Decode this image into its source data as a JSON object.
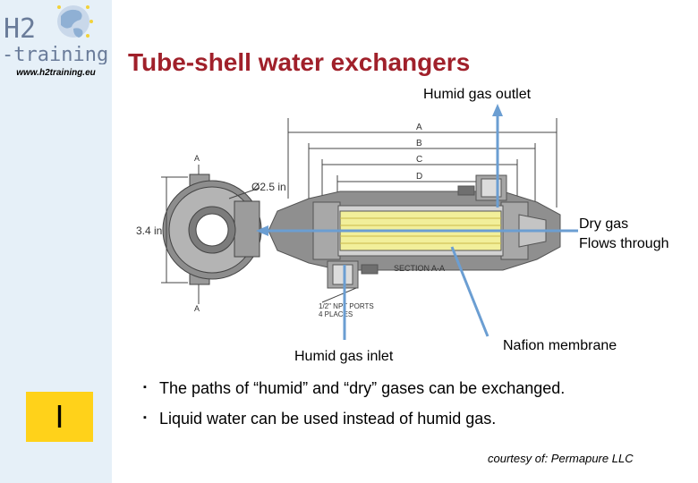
{
  "logo": {
    "line1": "H2",
    "line2": "-training",
    "url": "www.h2training.eu"
  },
  "lesson_marker": "I",
  "title": "Tube-shell water exchangers",
  "labels": {
    "humid_outlet": "Humid gas outlet",
    "dry_gas_line1": "Dry gas",
    "dry_gas_line2": "Flows through",
    "humid_inlet": "Humid gas inlet",
    "nafion": "Nafion membrane"
  },
  "drawing": {
    "dims": [
      "A",
      "B",
      "C",
      "D"
    ],
    "diameter": "Ø2.5 in",
    "height": "3.4 in",
    "section": "SECTION A-A",
    "ports_line1": "1/2\" NPT PORTS",
    "ports_line2": "4 PLACES",
    "cut_a": "A"
  },
  "bullets": [
    "The paths of “humid” and “dry” gases can be exchanged.",
    "Liquid water can be used instead of humid gas."
  ],
  "credit": "courtesy of: Permapure LLC",
  "colors": {
    "title": "#a0202a",
    "arrow": "#6b9ed2",
    "sidebar": "#e6f0f8",
    "lesson_box": "#ffd21a",
    "membrane": "#f2ef9a"
  }
}
